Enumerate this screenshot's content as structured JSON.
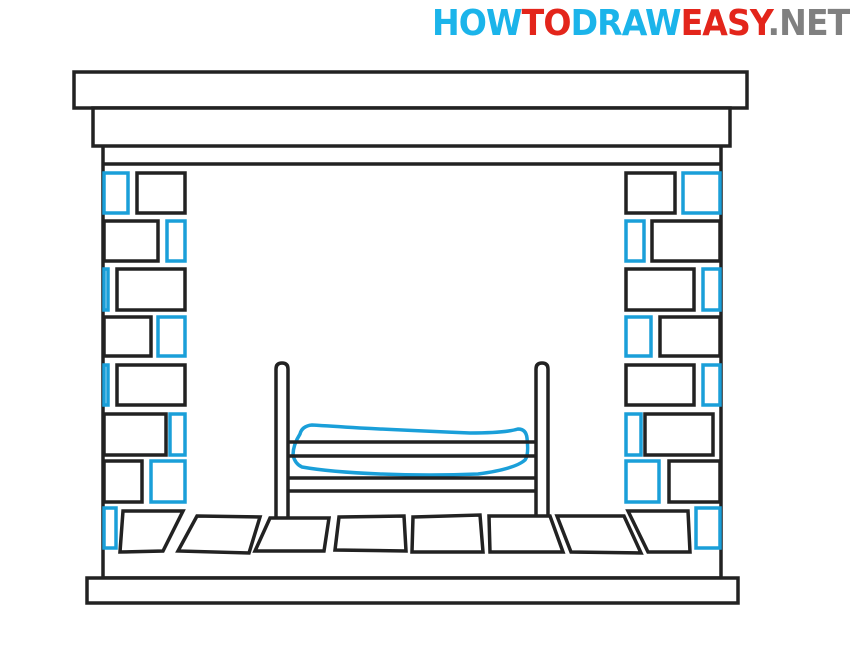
{
  "logo": {
    "parts": [
      {
        "text": "HOW",
        "color": "#1bb4ea"
      },
      {
        "text": "TO",
        "color": "#e3251b"
      },
      {
        "text": "DRAW",
        "color": "#1bb4ea"
      },
      {
        "text": "EASY",
        "color": "#e3251b"
      },
      {
        "text": ".NET",
        "color": "#808080"
      }
    ]
  },
  "drawing": {
    "subject": "fireplace",
    "stroke_color": "#222222",
    "highlight_color": "#1a9fd9"
  }
}
